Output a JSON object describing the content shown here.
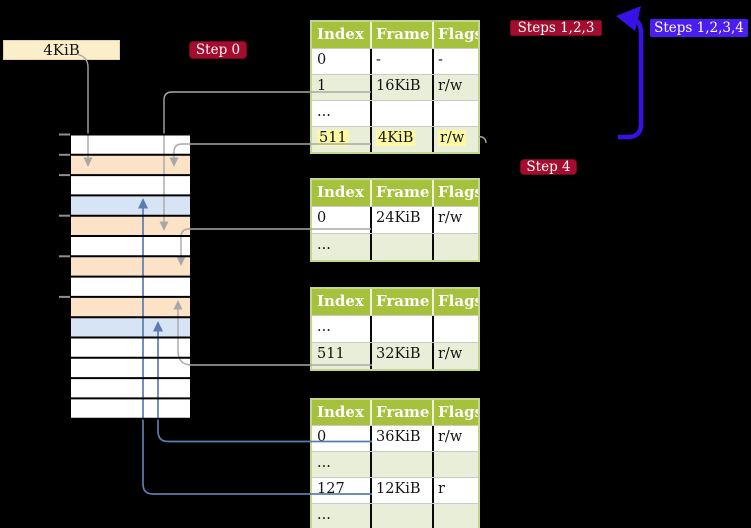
{
  "palette": {
    "header_green": "#a6c13c",
    "row_green": "#e9eed8",
    "table_border": "#c4d58c",
    "highlight_yellow": "#fdf9a3",
    "label_cream": "#fbeeca",
    "badge_red": "#a50c2e",
    "badge_blue": "#4a1ef0",
    "big_arrow_blue": "#3a10e8",
    "arrow_gray": "#a8a8a8",
    "arrow_steel_blue": "#5b7cb1",
    "tick_gray": "#8f8f8f",
    "stripe_white": "#ffffff",
    "stripe_peach": "#fce3c8",
    "stripe_blue": "#d7e4f5"
  },
  "labels": {
    "frame_label": "4KiB"
  },
  "badges": {
    "step0": "Step 0",
    "steps123": "Steps 1,2,3",
    "steps1234": "Steps 1,2,3,4",
    "step4": "Step 4"
  },
  "memory_strip": {
    "stripes": [
      "white",
      "peach",
      "white",
      "blue",
      "peach",
      "white",
      "peach",
      "white",
      "peach",
      "blue",
      "white",
      "white",
      "white",
      "white"
    ],
    "tick_boundaries": [
      0,
      1,
      2,
      4,
      6,
      8
    ]
  },
  "tables": [
    {
      "id": "t1",
      "name": "page-table-level-4",
      "headers": [
        "Index",
        "Frame",
        "Flags"
      ],
      "rows": [
        {
          "cells": [
            "0",
            "-",
            "-"
          ],
          "shade": false,
          "highlight": false
        },
        {
          "cells": [
            "1",
            "16KiB",
            "r/w"
          ],
          "shade": true,
          "highlight": false
        },
        {
          "cells": [
            "...",
            "",
            ""
          ],
          "shade": false,
          "highlight": false
        },
        {
          "cells": [
            "511",
            "4KiB",
            "r/w"
          ],
          "shade": true,
          "highlight": true
        }
      ]
    },
    {
      "id": "t2",
      "name": "page-table-level-3",
      "headers": [
        "Index",
        "Frame",
        "Flags"
      ],
      "rows": [
        {
          "cells": [
            "0",
            "24KiB",
            "r/w"
          ],
          "shade": false,
          "highlight": false
        },
        {
          "cells": [
            "...",
            "",
            ""
          ],
          "shade": true,
          "highlight": false
        }
      ]
    },
    {
      "id": "t3",
      "name": "page-table-level-2",
      "headers": [
        "Index",
        "Frame",
        "Flags"
      ],
      "rows": [
        {
          "cells": [
            "...",
            "",
            ""
          ],
          "shade": false,
          "highlight": false
        },
        {
          "cells": [
            "511",
            "32KiB",
            "r/w"
          ],
          "shade": true,
          "highlight": false
        }
      ]
    },
    {
      "id": "t4",
      "name": "page-table-level-1",
      "headers": [
        "Index",
        "Frame",
        "Flags"
      ],
      "rows": [
        {
          "cells": [
            "0",
            "36KiB",
            "r/w"
          ],
          "shade": false,
          "highlight": false
        },
        {
          "cells": [
            "...",
            "",
            ""
          ],
          "shade": true,
          "highlight": false
        },
        {
          "cells": [
            "127",
            "12KiB",
            "r"
          ],
          "shade": false,
          "highlight": false
        },
        {
          "cells": [
            "...",
            "",
            ""
          ],
          "shade": true,
          "highlight": false
        }
      ]
    }
  ]
}
